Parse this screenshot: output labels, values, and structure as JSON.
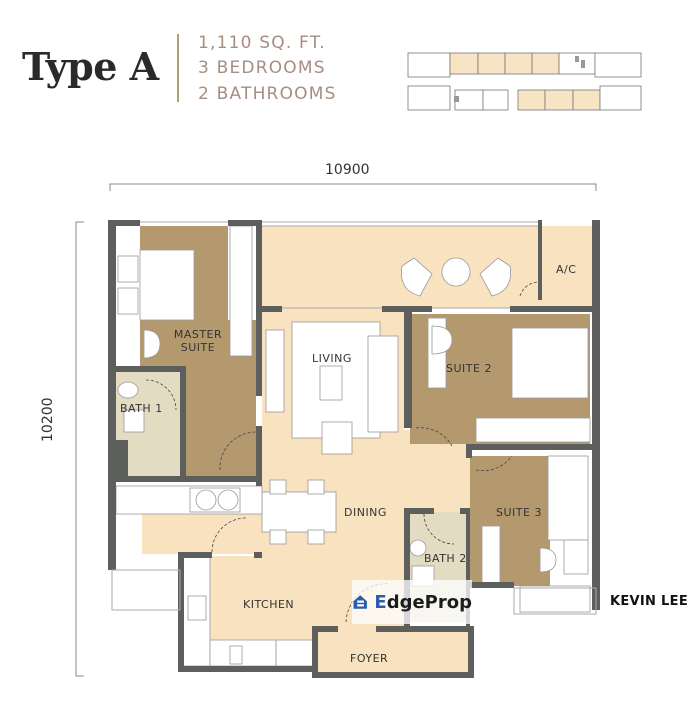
{
  "header": {
    "unit_type": "Type A",
    "specs": [
      "1,110 SQ. FT.",
      "3 BEDROOMS",
      "2 BATHROOMS"
    ]
  },
  "keyplan": {
    "icon": "floor-keyplan-icon",
    "highlight_color": "#f7e4c4",
    "highlighted_units_top_row": 4,
    "highlighted_units_bottom_row": 3
  },
  "dimensions": {
    "width": "10900",
    "height": "10200"
  },
  "rooms": {
    "master_suite": "MASTER\nSUITE",
    "master_suite_line1": "MASTER",
    "master_suite_line2": "SUITE",
    "bath1": "BATH 1",
    "living": "LIVING",
    "suite2": "SUITE 2",
    "ac": "A/C",
    "dining": "DINING",
    "suite3": "SUITE 3",
    "bath2": "BATH 2",
    "kitchen": "KITCHEN",
    "foyer": "FOYER"
  },
  "colors": {
    "wall": "#5d5f5c",
    "bedroom_floor": "#b4996f",
    "living_floor": "#f8e2c0",
    "bath_floor": "#e3dcc3",
    "accent_gold": "#b59a76",
    "spec_text": "#a78d80"
  },
  "watermark": {
    "brand_e": "E",
    "brand_rest": "dgeProp"
  },
  "agent": {
    "name": "KEVIN LEE"
  }
}
